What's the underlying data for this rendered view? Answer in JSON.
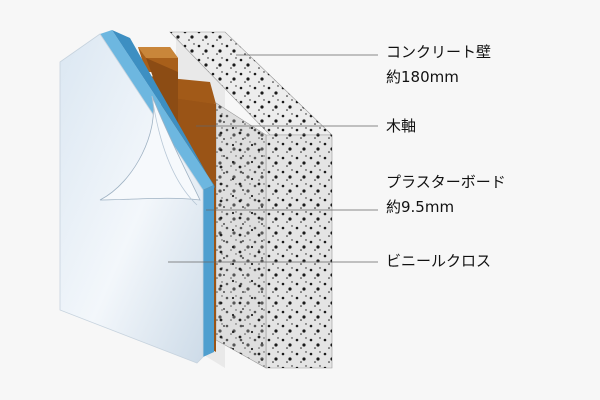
{
  "labels": {
    "concrete_wall": {
      "name": "コンクリート壁",
      "thickness": "約180mm"
    },
    "wood_furring": {
      "name": "木軸"
    },
    "plasterboard": {
      "name": "プラスターボード",
      "thickness": "約9.5mm"
    },
    "vinyl_cloth": {
      "name": "ビニールクロス"
    }
  },
  "colors": {
    "background": "#f7f7f7",
    "concrete": "#e6e6e6",
    "plasterboard": "#5aa9d6",
    "wood": "#b4681e",
    "cloth": "#e4eef6",
    "leader_line": "#666666"
  }
}
